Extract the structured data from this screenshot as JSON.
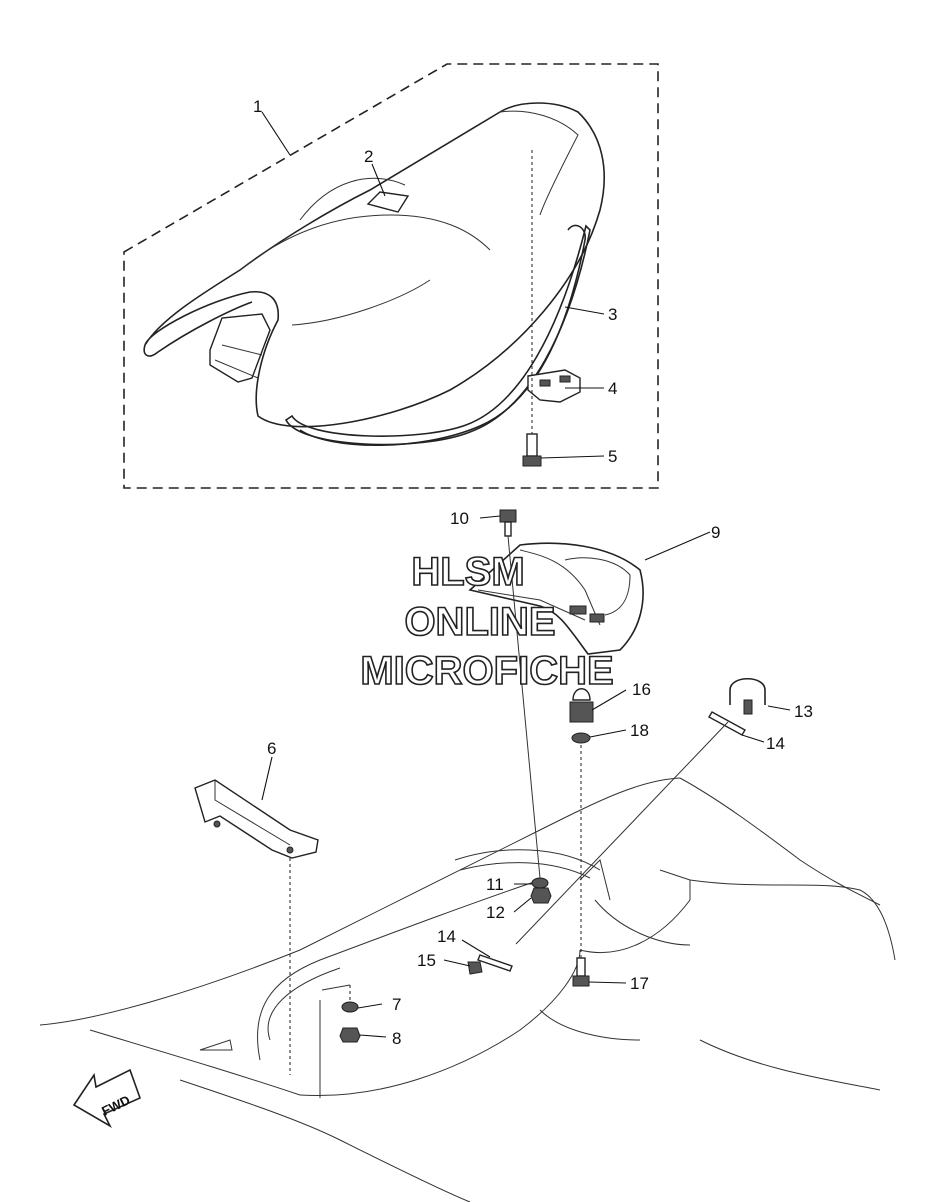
{
  "callouts": [
    "1",
    "2",
    "3",
    "4",
    "5",
    "6",
    "7",
    "8",
    "9",
    "10",
    "11",
    "12",
    "13",
    "14",
    "14",
    "15",
    "16",
    "17",
    "18"
  ],
  "watermark": {
    "line1": "HLSM",
    "line2": "ONLINE",
    "line3": "MICROFICHE"
  },
  "fwd_label": "FWD"
}
